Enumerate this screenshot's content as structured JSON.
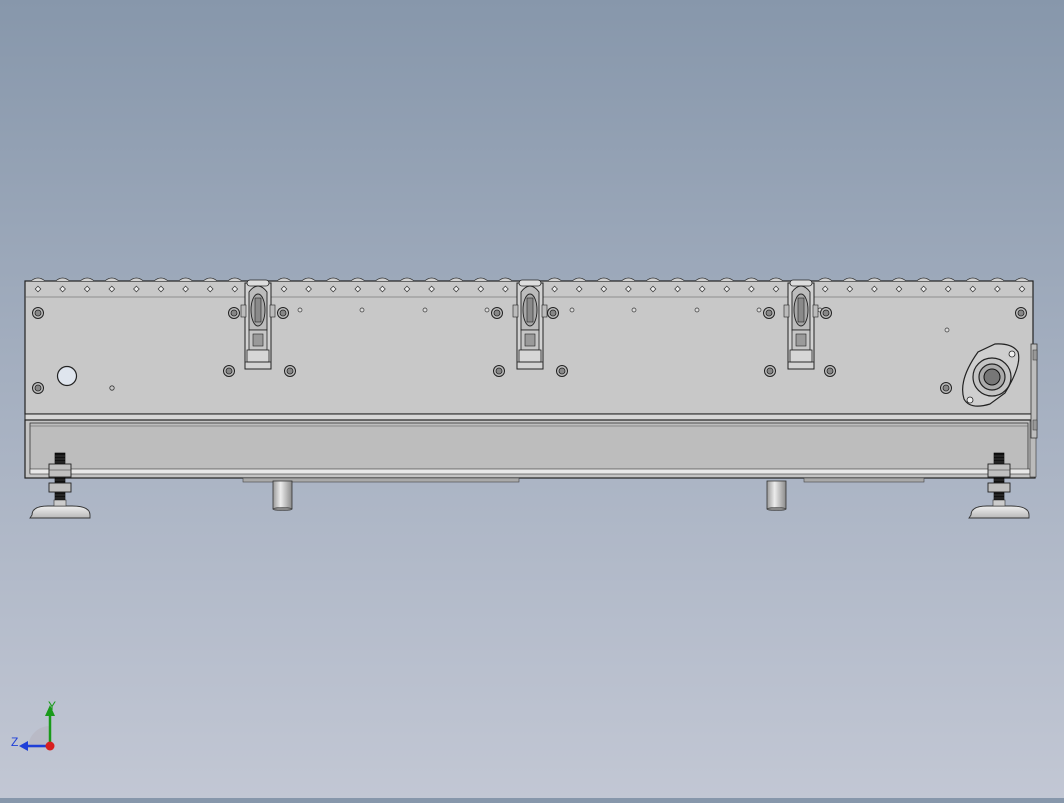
{
  "app": {
    "view": "cad-front-view"
  },
  "triad": {
    "y_label": "Y",
    "z_label": "Z",
    "y_color": "#1a9a1a",
    "z_color": "#1f3fd8",
    "x_color": "#d81f1f"
  },
  "colors": {
    "background_top": "#8797ab",
    "background_bottom": "#c2c7d4",
    "part_fill": "#c9c9c9",
    "edge": "#2a2a2a"
  }
}
